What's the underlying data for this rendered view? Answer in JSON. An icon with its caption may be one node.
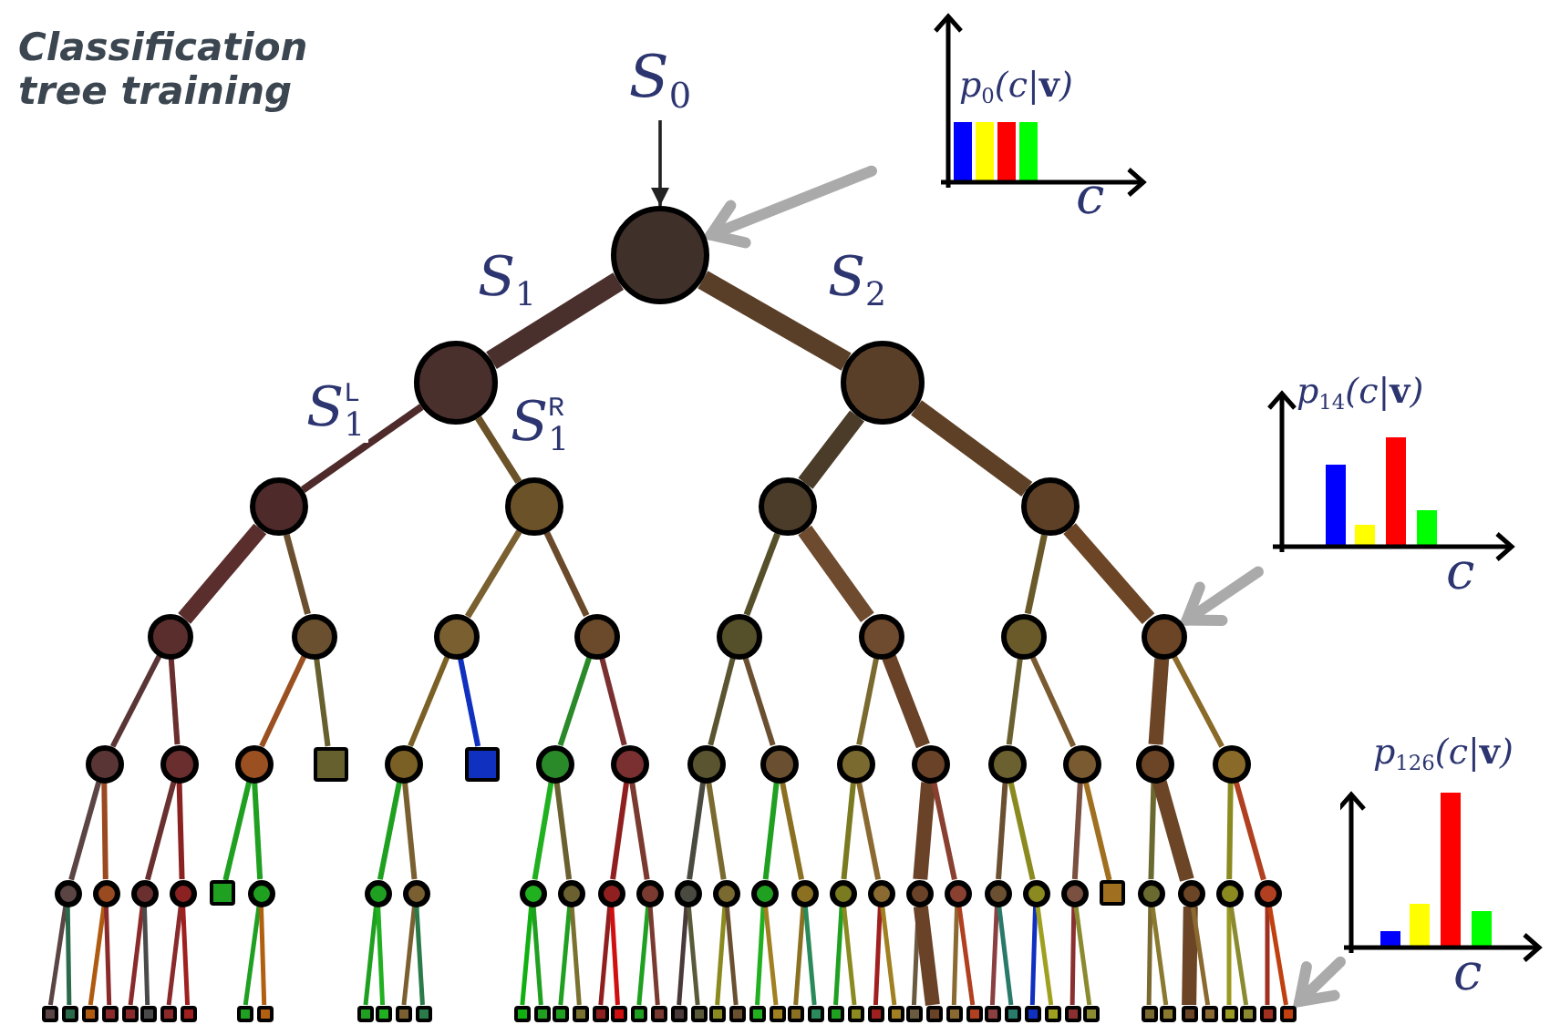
{
  "diagram": {
    "title": "Classification tree training",
    "nodes": [
      {
        "text": [
          "S$_{0}$"
        ]
      },
      {
        "text": [],
        "shape": "circle"
      },
      {
        "text": [],
        "shape": "circle"
      },
      {
        "text": [],
        "shape": "circle"
      },
      {
        "text": [],
        "shape": "circle"
      },
      {
        "text": [],
        "shape": "circle"
      },
      {
        "text": [],
        "shape": "circle"
      },
      {
        "text": [],
        "shape": "circle"
      },
      {
        "text": [],
        "shape": "circle"
      },
      {
        "text": [],
        "shape": "circle"
      },
      {
        "text": [],
        "shape": "circle"
      },
      {
        "text": [],
        "shape": "circle"
      },
      {
        "text": [],
        "shape": "circle"
      },
      {
        "text": [],
        "shape": "circle"
      },
      {
        "text": [],
        "shape": "circle"
      },
      {
        "text": [],
        "shape": "circle"
      },
      {
        "text": [],
        "shape": "circle"
      },
      {
        "text": [],
        "shape": "circle"
      },
      {
        "text": [],
        "shape": "circle"
      },
      {
        "text": [],
        "shape": "box"
      },
      {
        "text": [],
        "shape": "circle"
      },
      {
        "text": [],
        "shape": "box"
      },
      {
        "text": [],
        "shape": "circle"
      },
      {
        "text": [],
        "shape": "circle"
      },
      {
        "text": [],
        "shape": "circle"
      },
      {
        "text": [],
        "shape": "circle"
      },
      {
        "text": [],
        "shape": "circle"
      },
      {
        "text": [],
        "shape": "circle"
      },
      {
        "text": [],
        "shape": "circle"
      },
      {
        "text": [],
        "shape": "circle"
      },
      {
        "text": [],
        "shape": "circle"
      },
      {
        "text": [],
        "shape": "circle"
      },
      {
        "text": [],
        "shape": "circle"
      },
      {
        "text": [],
        "shape": "circle"
      },
      {
        "text": [],
        "shape": "circle"
      },
      {
        "text": [],
        "shape": "circle"
      },
      {
        "text": [],
        "shape": "box"
      },
      {
        "text": [],
        "shape": "circle"
      },
      {
        "text": [],
        "shape": "circle"
      },
      {
        "text": [],
        "shape": "circle"
      },
      {
        "text": [],
        "shape": "circle"
      },
      {
        "text": [],
        "shape": "circle"
      },
      {
        "text": [],
        "shape": "circle"
      },
      {
        "text": [],
        "shape": "circle"
      },
      {
        "text": [],
        "shape": "circle"
      },
      {
        "text": [],
        "shape": "circle"
      },
      {
        "text": [],
        "shape": "circle"
      },
      {
        "text": [],
        "shape": "circle"
      },
      {
        "text": [],
        "shape": "circle"
      },
      {
        "text": [],
        "shape": "circle"
      },
      {
        "text": [],
        "shape": "circle"
      },
      {
        "text": [],
        "shape": "circle"
      },
      {
        "text": [],
        "shape": "circle"
      },
      {
        "text": [],
        "shape": "circle"
      },
      {
        "text": [],
        "shape": "circle"
      },
      {
        "text": [],
        "shape": "box"
      },
      {
        "text": [],
        "shape": "circle"
      },
      {
        "text": [],
        "shape": "circle"
      },
      {
        "text": [],
        "shape": "circle"
      },
      {
        "text": [],
        "shape": "circle"
      },
      {
        "text": [],
        "shape": "box"
      },
      {
        "text": [],
        "shape": "box"
      },
      {
        "text": [],
        "shape": "box"
      },
      {
        "text": [],
        "shape": "box"
      },
      {
        "text": [],
        "shape": "box"
      },
      {
        "text": [],
        "shape": "box"
      },
      {
        "text": [],
        "shape": "box"
      },
      {
        "text": [],
        "shape": "box"
      },
      {
        "text": [],
        "shape": "box"
      },
      {
        "text": [],
        "shape": "box"
      },
      {
        "text": [],
        "shape": "box"
      },
      {
        "text": [],
        "shape": "box"
      },
      {
        "text": [],
        "shape": "box"
      },
      {
        "text": [],
        "shape": "box"
      },
      {
        "text": [],
        "shape": "box"
      },
      {
        "text": [],
        "shape": "box"
      },
      {
        "text": [],
        "shape": "box"
      },
      {
        "text": [],
        "shape": "box"
      },
      {
        "text": [],
        "shape": "box"
      },
      {
        "text": [],
        "shape": "box"
      },
      {
        "text": [],
        "shape": "box"
      },
      {
        "text": [],
        "shape": "box"
      },
      {
        "text": [],
        "shape": "box"
      },
      {
        "text": [],
        "shape": "box"
      },
      {
        "text": [],
        "shape": "box"
      },
      {
        "text": [],
        "shape": "box"
      },
      {
        "text": [],
        "shape": "box"
      },
      {
        "text": [],
        "shape": "box"
      },
      {
        "text": [],
        "shape": "box"
      },
      {
        "text": [],
        "shape": "box"
      },
      {
        "text": [],
        "shape": "box"
      },
      {
        "text": [],
        "shape": "box"
      },
      {
        "text": [],
        "shape": "box"
      },
      {
        "text": [],
        "shape": "box"
      },
      {
        "text": [],
        "shape": "box"
      },
      {
        "text": [],
        "shape": "box"
      },
      {
        "text": [],
        "shape": "box"
      },
      {
        "text": [],
        "shape": "box"
      },
      {
        "text": [],
        "shape": "box"
      },
      {
        "text": [],
        "shape": "box"
      },
      {
        "text": [],
        "shape": "box"
      },
      {
        "text": [],
        "shape": "box"
      },
      {
        "text": [],
        "shape": "box"
      },
      {
        "text": [],
        "shape": "box"
      },
      {
        "text": [],
        "shape": "box"
      },
      {
        "text": [],
        "shape": "box"
      },
      {
        "text": [],
        "shape": "box"
      },
      {
        "text": [],
        "shape": "box"
      },
      {
        "text": [],
        "shape": "box"
      },
      {
        "text": [],
        "shape": "box"
      },
      {
        "text": [],
        "shape": "box"
      },
      {
        "text": [],
        "shape": "box"
      },
      {
        "text": [
          "p$_{0}$(c|**v**)",
          "c"
        ]
      },
      {
        "text": [
          "p$_{14}$(c|**v**)",
          "c"
        ]
      },
      {
        "text": [
          "p$_{126}$(c|**v**)",
          "c"
        ]
      }
    ],
    "edges": [
      {
        "from": 0,
        "to": 1,
        "arrow": "to",
        "color": "#222222"
      },
      {
        "from": 1,
        "to": 2,
        "arrow": "none",
        "color": "#4a302c",
        "style": "thick",
        "label": "S$_{1}$"
      },
      {
        "from": 1,
        "to": 3,
        "arrow": "none",
        "color": "#5a3f28",
        "style": "thick",
        "label": "S$_{2}$"
      },
      {
        "from": 2,
        "to": 4,
        "arrow": "none",
        "color": "#4e2a2a",
        "label": "S$^{L}$$_{1}$"
      },
      {
        "from": 2,
        "to": 5,
        "arrow": "none",
        "color": "#6b5228",
        "label": "S$^{R}$$_{1}$"
      },
      {
        "from": 3,
        "to": 6,
        "arrow": "none",
        "color": "#4a3c28",
        "style": "thick"
      },
      {
        "from": 3,
        "to": 7,
        "arrow": "none",
        "color": "#5e4026",
        "style": "thick"
      },
      {
        "from": 4,
        "to": 8,
        "arrow": "none",
        "color": "#5a2e2c",
        "style": "thick"
      },
      {
        "from": 4,
        "to": 9,
        "arrow": "none",
        "color": "#6b5030"
      },
      {
        "from": 5,
        "to": 10,
        "arrow": "none",
        "color": "#7a6030"
      },
      {
        "from": 5,
        "to": 11,
        "arrow": "none",
        "color": "#6a4a2a"
      },
      {
        "from": 6,
        "to": 12,
        "arrow": "none",
        "color": "#55502a"
      },
      {
        "from": 6,
        "to": 13,
        "arrow": "none",
        "color": "#6e4a2e",
        "style": "thick"
      },
      {
        "from": 7,
        "to": 14,
        "arrow": "none",
        "color": "#6a5a2a"
      },
      {
        "from": 7,
        "to": 15,
        "arrow": "none",
        "color": "#6b4526",
        "style": "thick"
      },
      {
        "from": 8,
        "to": 16,
        "arrow": "none",
        "color": "#5a3535"
      },
      {
        "from": 8,
        "to": 17,
        "arrow": "none",
        "color": "#6b2e2e"
      },
      {
        "from": 9,
        "to": 18,
        "arrow": "none",
        "color": "#9a5020"
      },
      {
        "from": 9,
        "to": 19,
        "arrow": "none",
        "color": "#66602e"
      },
      {
        "from": 10,
        "to": 20,
        "arrow": "none",
        "color": "#7a6025"
      },
      {
        "from": 10,
        "to": 21,
        "arrow": "none",
        "color": "#1030c0"
      },
      {
        "from": 11,
        "to": 22,
        "arrow": "none",
        "color": "#2a8a2a"
      },
      {
        "from": 11,
        "to": 23,
        "arrow": "none",
        "color": "#7a3030"
      },
      {
        "from": 12,
        "to": 24,
        "arrow": "none",
        "color": "#5a5530"
      },
      {
        "from": 12,
        "to": 25,
        "arrow": "none",
        "color": "#6a5030"
      },
      {
        "from": 13,
        "to": 26,
        "arrow": "none",
        "color": "#7a6a30"
      },
      {
        "from": 13,
        "to": 27,
        "arrow": "none",
        "color": "#6a4228",
        "style": "thick"
      },
      {
        "from": 14,
        "to": 28,
        "arrow": "none",
        "color": "#6a6030"
      },
      {
        "from": 14,
        "to": 29,
        "arrow": "none",
        "color": "#7a5a30"
      },
      {
        "from": 15,
        "to": 30,
        "arrow": "none",
        "color": "#6b4526",
        "style": "thick"
      },
      {
        "from": 15,
        "to": 31,
        "arrow": "none",
        "color": "#8a6a28"
      },
      {
        "from": 16,
        "to": 32,
        "arrow": "none",
        "color": "#5a4444"
      },
      {
        "from": 16,
        "to": 33,
        "arrow": "none",
        "color": "#9a4a20"
      },
      {
        "from": 17,
        "to": 34,
        "arrow": "none",
        "color": "#6a3030"
      },
      {
        "from": 17,
        "to": 35,
        "arrow": "none",
        "color": "#8a2222"
      },
      {
        "from": 18,
        "to": 36,
        "arrow": "none",
        "color": "#20a020"
      },
      {
        "from": 18,
        "to": 37,
        "arrow": "none",
        "color": "#20a020"
      },
      {
        "from": 20,
        "to": 38,
        "arrow": "none",
        "color": "#20a020"
      },
      {
        "from": 20,
        "to": 39,
        "arrow": "none",
        "color": "#7a6030"
      },
      {
        "from": 22,
        "to": 40,
        "arrow": "none",
        "color": "#20b020"
      },
      {
        "from": 22,
        "to": 41,
        "arrow": "none",
        "color": "#6a6030"
      },
      {
        "from": 23,
        "to": 42,
        "arrow": "none",
        "color": "#902020"
      },
      {
        "from": 23,
        "to": 43,
        "arrow": "none",
        "color": "#7a3a30"
      },
      {
        "from": 24,
        "to": 44,
        "arrow": "none",
        "color": "#4a4a40"
      },
      {
        "from": 24,
        "to": 45,
        "arrow": "none",
        "color": "#7a6a30"
      },
      {
        "from": 25,
        "to": 46,
        "arrow": "none",
        "color": "#20a020"
      },
      {
        "from": 25,
        "to": 47,
        "arrow": "none",
        "color": "#8a7020"
      },
      {
        "from": 26,
        "to": 48,
        "arrow": "none",
        "color": "#7a7a20"
      },
      {
        "from": 26,
        "to": 49,
        "arrow": "none",
        "color": "#8a6a30"
      },
      {
        "from": 27,
        "to": 50,
        "arrow": "none",
        "color": "#6a4228",
        "style": "thick"
      },
      {
        "from": 27,
        "to": 51,
        "arrow": "none",
        "color": "#8a4030"
      },
      {
        "from": 28,
        "to": 52,
        "arrow": "none",
        "color": "#6a5030"
      },
      {
        "from": 28,
        "to": 53,
        "arrow": "none",
        "color": "#8a8a20"
      },
      {
        "from": 29,
        "to": 54,
        "arrow": "none",
        "color": "#7a5040"
      },
      {
        "from": 29,
        "to": 55,
        "arrow": "none",
        "color": "#a07020"
      },
      {
        "from": 30,
        "to": 56,
        "arrow": "none",
        "color": "#6a6a30"
      },
      {
        "from": 30,
        "to": 57,
        "arrow": "none",
        "color": "#6b4526",
        "style": "thick"
      },
      {
        "from": 31,
        "to": 58,
        "arrow": "none",
        "color": "#8a8a20"
      },
      {
        "from": 31,
        "to": 59,
        "arrow": "none",
        "color": "#b04020"
      },
      {
        "from": 32,
        "to": 60,
        "arrow": "none",
        "color": "#5a4444"
      },
      {
        "from": 32,
        "to": 61,
        "arrow": "none",
        "color": "#2a6a4a"
      },
      {
        "from": 33,
        "to": 62,
        "arrow": "none",
        "color": "#b05a10"
      },
      {
        "from": 33,
        "to": 63,
        "arrow": "none",
        "color": "#8a2a2a"
      },
      {
        "from": 34,
        "to": 64,
        "arrow": "none",
        "color": "#8a2a2a"
      },
      {
        "from": 34,
        "to": 65,
        "arrow": "none",
        "color": "#4a4a4a"
      },
      {
        "from": 35,
        "to": 66,
        "arrow": "none",
        "color": "#8a2a2a"
      },
      {
        "from": 35,
        "to": 67,
        "arrow": "none",
        "color": "#a02020"
      },
      {
        "from": 37,
        "to": 68,
        "arrow": "none",
        "color": "#20a020"
      },
      {
        "from": 37,
        "to": 69,
        "arrow": "none",
        "color": "#b06010"
      },
      {
        "from": 38,
        "to": 70,
        "arrow": "none",
        "color": "#20a020"
      },
      {
        "from": 38,
        "to": 71,
        "arrow": "none",
        "color": "#20b020"
      },
      {
        "from": 39,
        "to": 72,
        "arrow": "none",
        "color": "#7a6030"
      },
      {
        "from": 39,
        "to": 73,
        "arrow": "none",
        "color": "#2a7a4a"
      },
      {
        "from": 40,
        "to": 74,
        "arrow": "none",
        "color": "#10b010"
      },
      {
        "from": 40,
        "to": 75,
        "arrow": "none",
        "color": "#20a020"
      },
      {
        "from": 41,
        "to": 76,
        "arrow": "none",
        "color": "#20a020"
      },
      {
        "from": 41,
        "to": 77,
        "arrow": "none",
        "color": "#7a7030"
      },
      {
        "from": 42,
        "to": 78,
        "arrow": "none",
        "color": "#902020"
      },
      {
        "from": 42,
        "to": 79,
        "arrow": "none",
        "color": "#d01010"
      },
      {
        "from": 43,
        "to": 80,
        "arrow": "none",
        "color": "#20a020"
      },
      {
        "from": 43,
        "to": 81,
        "arrow": "none",
        "color": "#7a3a30"
      },
      {
        "from": 44,
        "to": 82,
        "arrow": "none",
        "color": "#4a3a3a"
      },
      {
        "from": 44,
        "to": 83,
        "arrow": "none",
        "color": "#5a5a3a"
      },
      {
        "from": 45,
        "to": 84,
        "arrow": "none",
        "color": "#8a8a20"
      },
      {
        "from": 45,
        "to": 85,
        "arrow": "none",
        "color": "#6a5030"
      },
      {
        "from": 46,
        "to": 86,
        "arrow": "none",
        "color": "#20b020"
      },
      {
        "from": 46,
        "to": 87,
        "arrow": "none",
        "color": "#a08020"
      },
      {
        "from": 47,
        "to": 88,
        "arrow": "none",
        "color": "#8a7020"
      },
      {
        "from": 47,
        "to": 89,
        "arrow": "none",
        "color": "#2a8a5a"
      },
      {
        "from": 48,
        "to": 90,
        "arrow": "none",
        "color": "#20a020"
      },
      {
        "from": 48,
        "to": 91,
        "arrow": "none",
        "color": "#8a8a20"
      },
      {
        "from": 49,
        "to": 92,
        "arrow": "none",
        "color": "#a02020"
      },
      {
        "from": 49,
        "to": 93,
        "arrow": "none",
        "color": "#a08020"
      },
      {
        "from": 50,
        "to": 94,
        "arrow": "none",
        "color": "#6a5a40"
      },
      {
        "from": 50,
        "to": 95,
        "arrow": "none",
        "color": "#6a4228",
        "style": "thick"
      },
      {
        "from": 51,
        "to": 96,
        "arrow": "none",
        "color": "#8a6a30"
      },
      {
        "from": 51,
        "to": 97,
        "arrow": "none",
        "color": "#b04020"
      },
      {
        "from": 52,
        "to": 98,
        "arrow": "none",
        "color": "#8a4040"
      },
      {
        "from": 52,
        "to": 99,
        "arrow": "none",
        "color": "#2a7a6a"
      },
      {
        "from": 53,
        "to": 100,
        "arrow": "none",
        "color": "#1030c0"
      },
      {
        "from": 53,
        "to": 101,
        "arrow": "none",
        "color": "#a0a020"
      },
      {
        "from": 54,
        "to": 102,
        "arrow": "none",
        "color": "#8a3030"
      },
      {
        "from": 54,
        "to": 103,
        "arrow": "none",
        "color": "#8a8a30"
      },
      {
        "from": 56,
        "to": 104,
        "arrow": "none",
        "color": "#7a6a30"
      },
      {
        "from": 56,
        "to": 105,
        "arrow": "none",
        "color": "#8a7a30"
      },
      {
        "from": 57,
        "to": 106,
        "arrow": "none",
        "color": "#6b4526",
        "style": "thick"
      },
      {
        "from": 57,
        "to": 107,
        "arrow": "none",
        "color": "#8a6a30"
      },
      {
        "from": 58,
        "to": 108,
        "arrow": "none",
        "color": "#9a9a20"
      },
      {
        "from": 58,
        "to": 109,
        "arrow": "none",
        "color": "#8a8a30"
      },
      {
        "from": 59,
        "to": 110,
        "arrow": "none",
        "color": "#a03020"
      },
      {
        "from": 59,
        "to": 111,
        "arrow": "none",
        "color": "#c04010"
      },
      {
        "from": 112,
        "to": 1,
        "arrow": "to",
        "color": "#aaaaaa",
        "style": "thick"
      },
      {
        "from": 113,
        "to": 15,
        "arrow": "to",
        "color": "#aaaaaa",
        "style": "thick"
      },
      {
        "from": 114,
        "to": 111,
        "arrow": "to",
        "color": "#aaaaaa",
        "style": "thick"
      }
    ]
  }
}
